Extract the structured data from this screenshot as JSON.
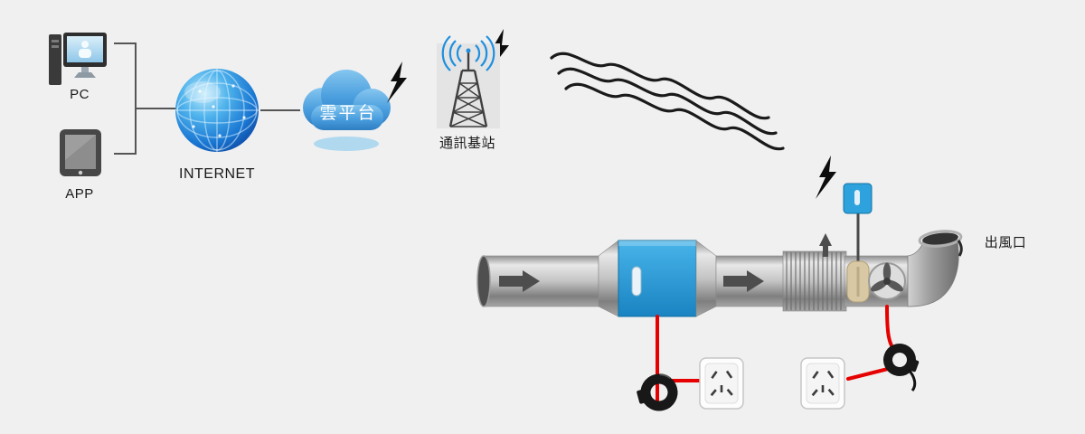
{
  "labels": {
    "pc": "PC",
    "app": "APP",
    "internet": "INTERNET",
    "cloud_platform": "雲平台",
    "base_station": "通訊基站",
    "air_outlet": "出風口"
  },
  "colors": {
    "background": "#f0f0f0",
    "globe_blue": "#1976d2",
    "cloud_blue": "#4a9ede",
    "unit_blue": "#2196d0",
    "sensor_blue": "#2da2dd",
    "duct_gray": "#bfbfbf",
    "wire_red": "#e60000",
    "lightning_black": "#0d0d0d",
    "radio_wave_blue": "#1f8fe0",
    "probe_tan": "#d8c9a4"
  },
  "icons": {
    "pc": "desktop-computer-icon",
    "app": "tablet-icon",
    "internet": "globe-icon",
    "cloud": "cloud-icon",
    "lightning": "lightning-bolt-icon",
    "base_station": "radio-tower-icon",
    "signal": "wireless-wave-lines-icon",
    "sensor": "wireless-sensor-icon",
    "duct": "air-duct-icon",
    "fan": "fan-icon",
    "socket": "power-socket-icon",
    "ct_clamp": "current-transformer-clamp-icon"
  }
}
